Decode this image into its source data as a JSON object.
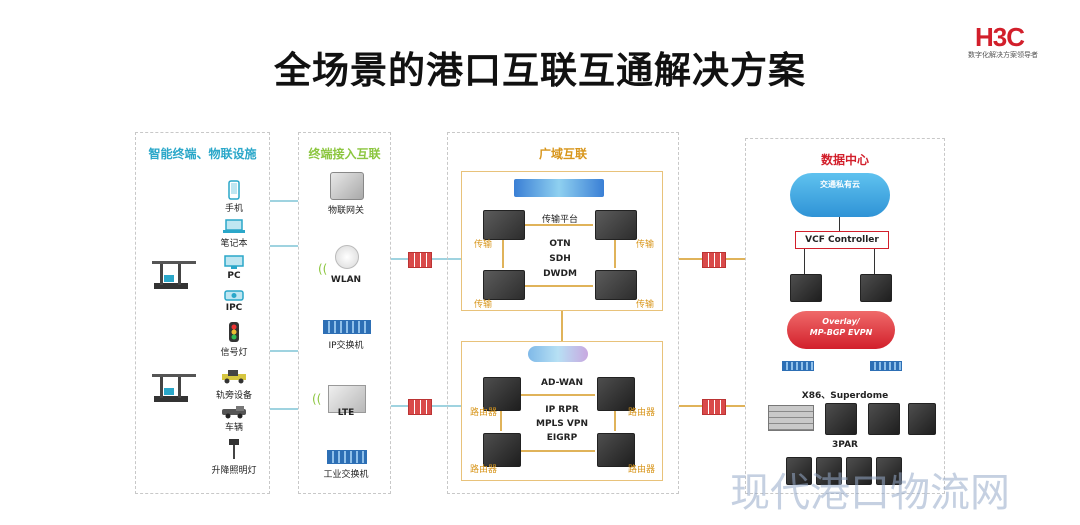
{
  "title": "全场景的港口互联互通解决方案",
  "logo": {
    "text": "H3C",
    "tagline": "数字化解决方案领导者"
  },
  "panels": {
    "terminals": {
      "title": "智能终端、物联设施",
      "items": [
        "手机",
        "笔记本",
        "PC",
        "IPC",
        "信号灯",
        "轨旁设备",
        "车辆",
        "升降照明灯"
      ]
    },
    "access": {
      "title": "终端接入互联",
      "items": [
        "物联网关",
        "WLAN",
        "IP交换机",
        "LTE",
        "工业交换机"
      ]
    },
    "wan": {
      "title": "广域互联",
      "transport": {
        "platform": "传输平台",
        "node_label": "传输",
        "tech": [
          "OTN",
          "SDH",
          "DWDM"
        ]
      },
      "routing": {
        "node_label": "路由器",
        "tech": [
          "AD-WAN",
          "IP RPR",
          "MPLS VPN",
          "EIGRP"
        ]
      }
    },
    "datacenter": {
      "title": "数据中心",
      "cloud": "交通私有云",
      "controller": "VCF Controller",
      "overlay": "Overlay/\nMP-BGP EVPN",
      "servers": "X86、Superdome",
      "storage": "3PAR"
    }
  },
  "watermark": "现代港口物流网",
  "colors": {
    "accent_blue": "#2aa7c9",
    "accent_orange": "#d8961c",
    "brand_red": "#d21f2b"
  }
}
